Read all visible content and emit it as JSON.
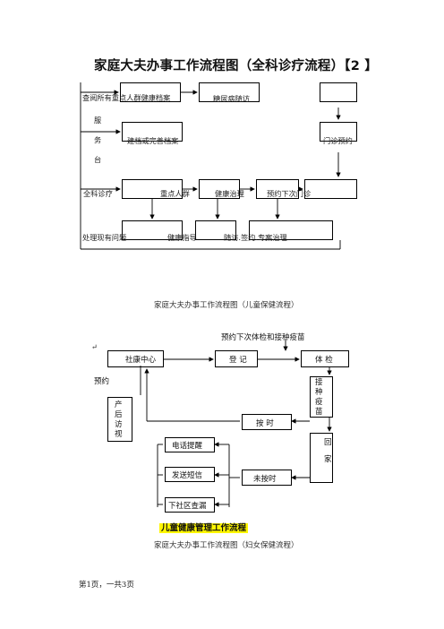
{
  "doc": {
    "title": "家庭大夫办事工作流程图（全科诊疗流程）【2 】",
    "caption_child": "家庭大夫办事工作流程图（儿童保健流程）",
    "caption_women": "家庭大夫办事工作流程图（妇女保健流程）",
    "footer": "第1页，一共3页"
  },
  "flow1": {
    "row1_text": "查阅所有重点人群健康档案",
    "row1_text2": "糖尿病随访",
    "service_chars": [
      "服",
      "务",
      "台"
    ],
    "row2_left": "建档或完善档案",
    "row2_right": "门诊预约",
    "row3_a": "全科诊疗",
    "row3_b": "重点人群",
    "row3_c": "健康治理",
    "row3_d": "预约下次门诊",
    "row4_a": "处理现有问题",
    "row4_b": "健康指导",
    "row4_c": "随访.签约.专案治理"
  },
  "flow2": {
    "next_appointment": "预约下次体检和接种疫苗",
    "center": "社康中心",
    "register": "登  记",
    "checkup": "体  检",
    "appoint": "预约",
    "postnatal_chars": [
      "产",
      "后",
      "访",
      "视"
    ],
    "vaccinate_chars": [
      "接",
      "种",
      "疫",
      "苗"
    ],
    "on_time": "按  时",
    "home_chars": [
      "回",
      "家"
    ],
    "phone": "电话提醒",
    "sms": "发送短信",
    "visit": "下社区查漏",
    "not_on_time": "未按时",
    "footer_title": "儿童健康管理工作流程"
  }
}
